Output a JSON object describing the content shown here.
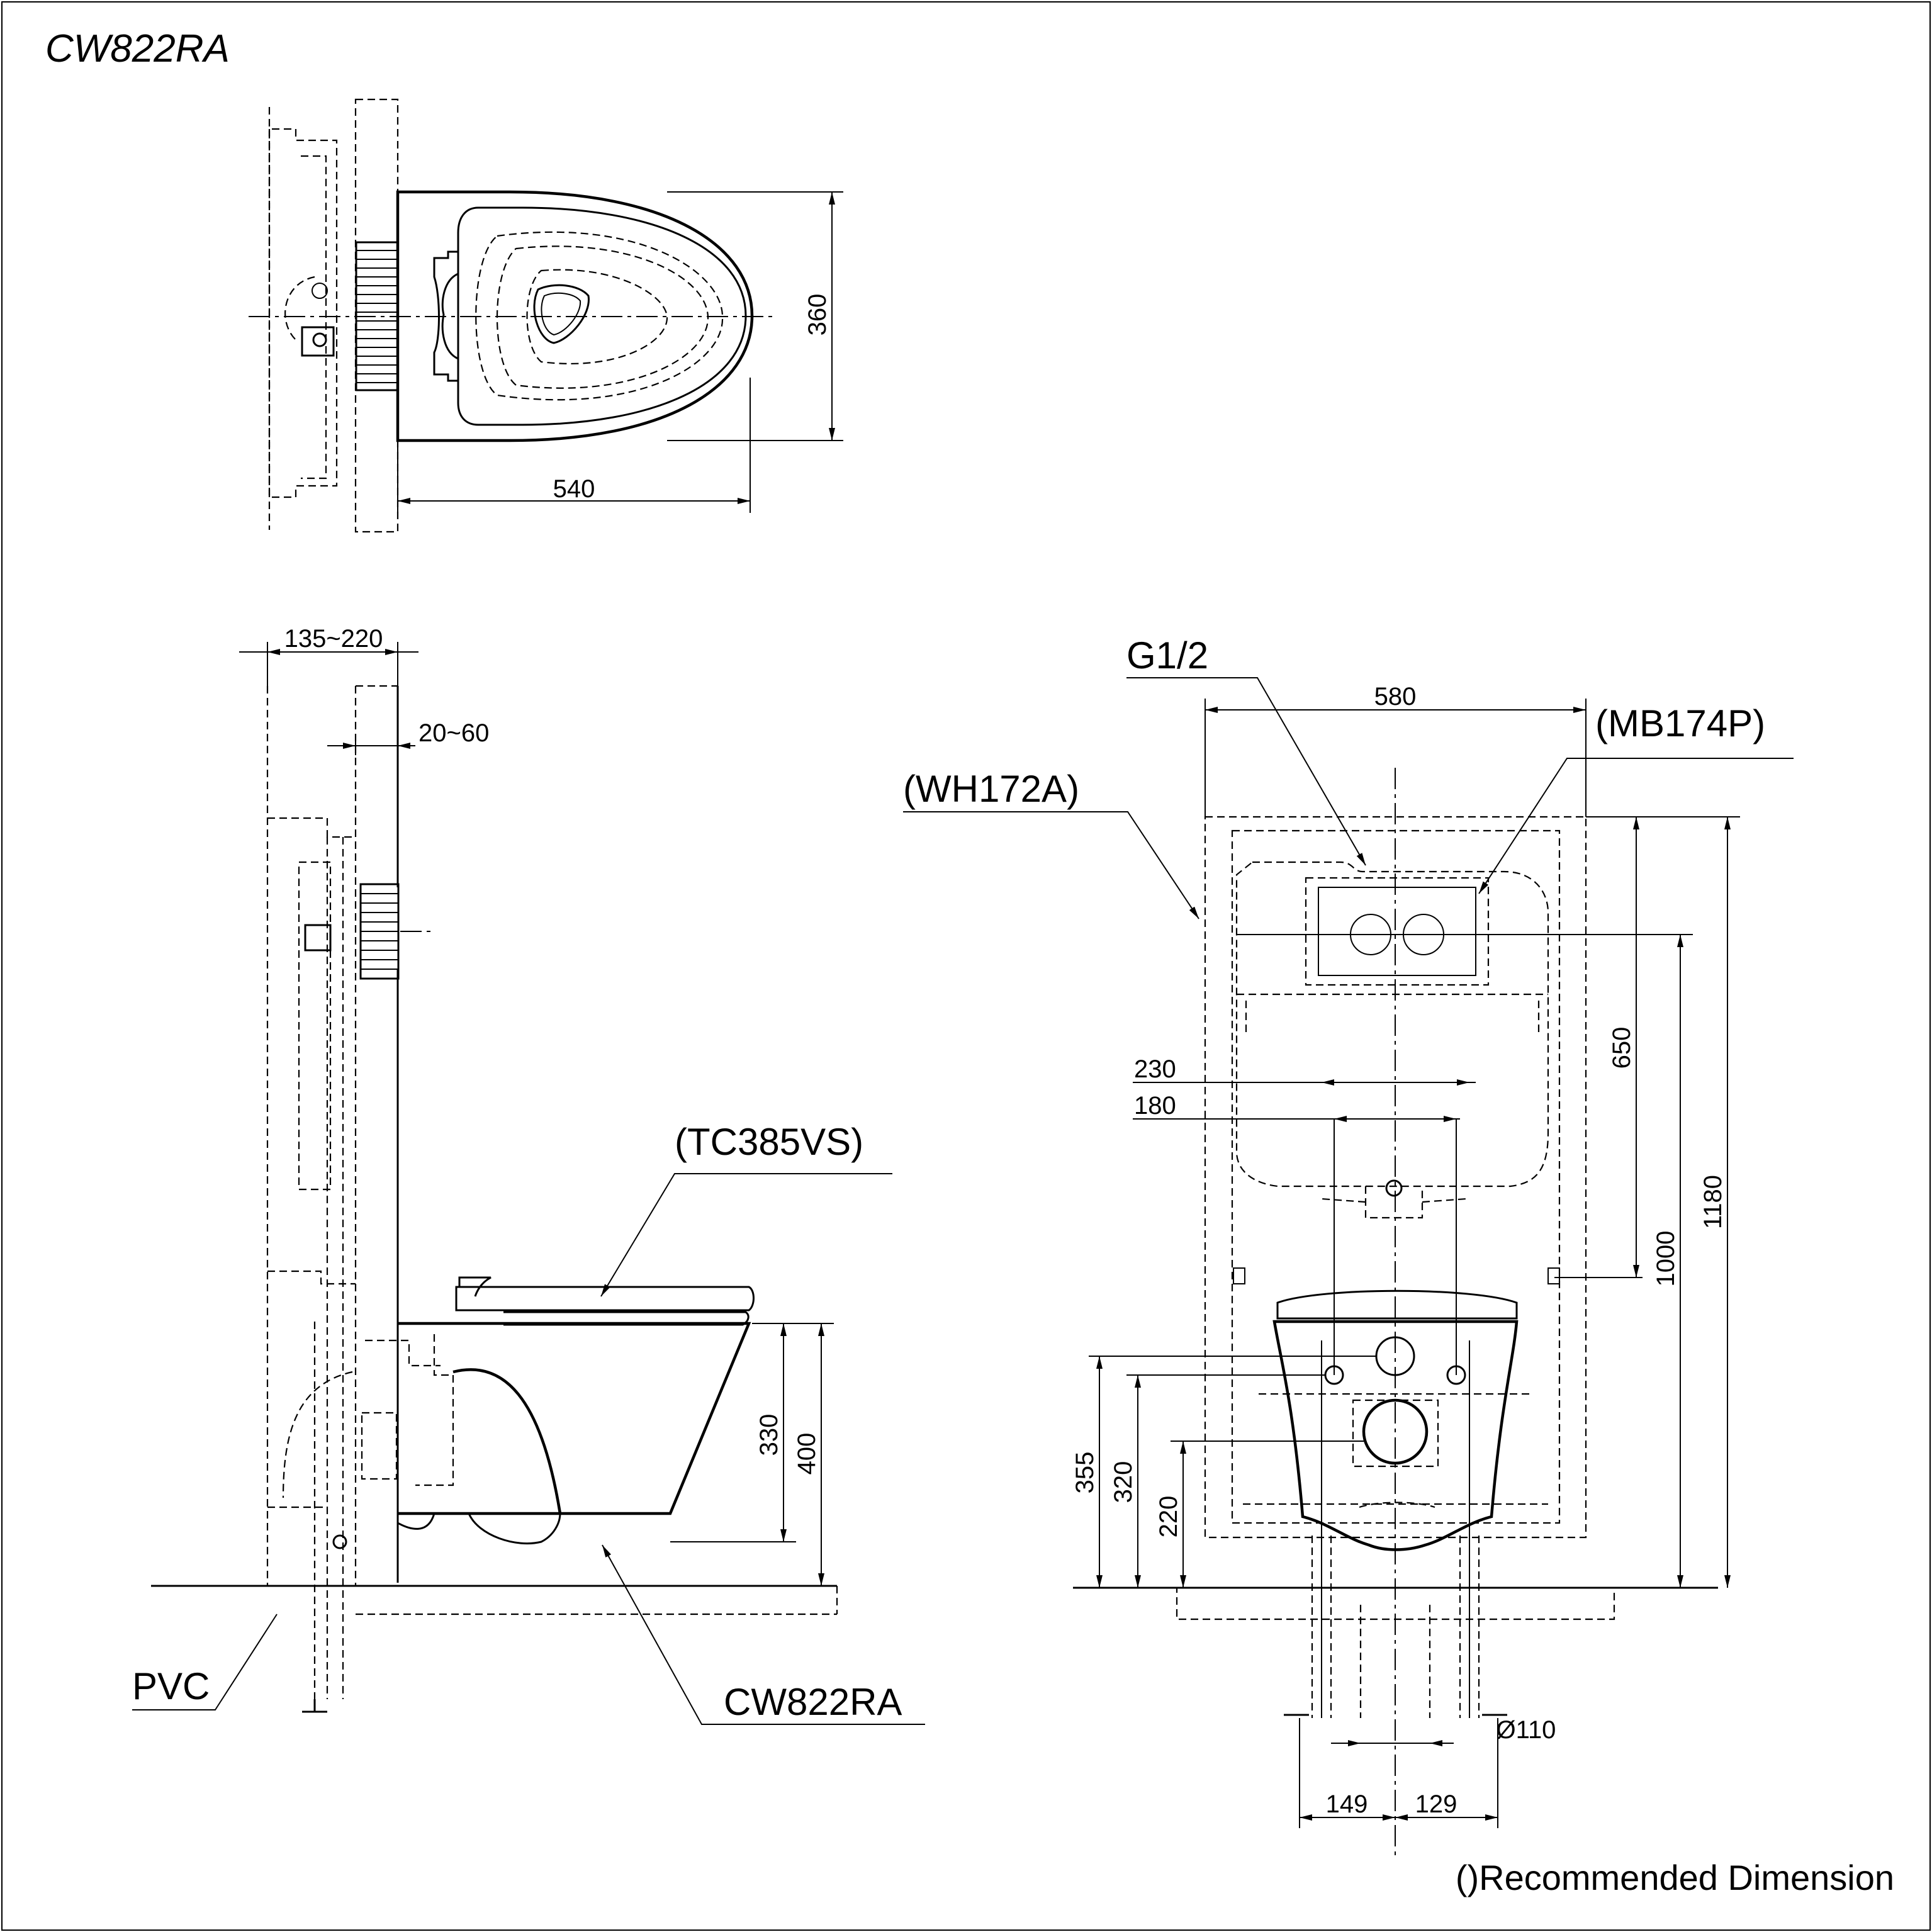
{
  "title": "CW822RA",
  "top_view": {
    "dim_width": "360",
    "dim_length": "540"
  },
  "side_view": {
    "dim_wall_depth": "135~220",
    "dim_finish": "20~60",
    "label_seat": "(TC385VS)",
    "label_bowl": "CW822RA",
    "label_pipe": "PVC",
    "dim_bowl_height": "330",
    "dim_rim_height": "400"
  },
  "front_view": {
    "label_inlet": "G1/2",
    "label_frame": "(WH172A)",
    "label_plate": "(MB174P)",
    "dim_frame_width": "580",
    "dim_bolt_outer": "230",
    "dim_bolt_inner": "180",
    "dim_plate_height": "650",
    "dim_plate_center": "1000",
    "dim_frame_height": "1180",
    "dim_bolt_height": "355",
    "dim_outlet_upper": "320",
    "dim_outlet_center": "220",
    "dim_pipe": "Ø110",
    "dim_left": "149",
    "dim_right": "129"
  },
  "footnote": "()Recommended Dimension"
}
